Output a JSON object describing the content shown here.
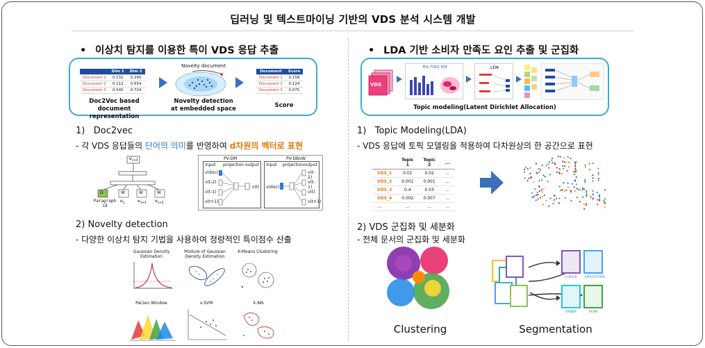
{
  "header": {
    "title": "딥러닝 및 텍스트마이닝 기반의 VDS 분석 시스템 개발"
  },
  "left": {
    "section_title": "이상치 탐지를 이용한 특이 VDS 응답 추출",
    "bullet": "•",
    "panel": {
      "doc_table": {
        "headers": [
          "",
          "Dim 1",
          "Dim 2"
        ],
        "rows": [
          [
            "Document 1",
            "0.231",
            "0.245"
          ],
          [
            "Document 2",
            "0.112",
            "0.654"
          ],
          [
            "Document 3",
            "0.540",
            "0.724"
          ]
        ],
        "caption_line1": "Doc2Vec based",
        "caption_line2": "document representation"
      },
      "embedding": {
        "label": "Novelty document",
        "caption_line1": "Novelty detection",
        "caption_line2": "at embedded space"
      },
      "score_table": {
        "headers": [
          "Document",
          "Score"
        ],
        "rows": [
          [
            "Document 1",
            "0.158"
          ],
          [
            "Document 2",
            "0.124"
          ],
          [
            "Document 3",
            "0.075"
          ]
        ],
        "caption": "Score"
      }
    },
    "sub1": {
      "number": "1)",
      "title": "Doc2vec",
      "desc_prefix": "-   각 VDS 응답들의 ",
      "desc_highlight1": "단어의 의미",
      "desc_mid": "를 반영하여 ",
      "desc_highlight2": "d차원의 벡터로 표현"
    },
    "doc2vec_fig": {
      "top_node": "w",
      "top_sub": "i+3",
      "d_label": "D",
      "w_label": "W",
      "paragraph_label": "Paragraph",
      "id_label": "id",
      "word_labels": [
        "w",
        "w",
        "w"
      ],
      "word_subs": [
        "i",
        "i+1",
        "i+2"
      ],
      "pvdm": {
        "title": "PV-DM",
        "cols": [
          "input",
          "projection",
          "output"
        ],
        "inputs": [
          "v(doc)",
          "v(t-2)",
          "v(t-1)",
          "v(t+1)"
        ],
        "output": "v(t)"
      },
      "pvdbow": {
        "title": "PV-DBoW",
        "cols": [
          "input",
          "projection",
          "output"
        ],
        "input": "v(doc)",
        "outputs": [
          "v(t-2)",
          "v(t-1)",
          "v(t)",
          "v(t+1)"
        ]
      }
    },
    "sub2": {
      "number": "2)",
      "title": "Novelty detection",
      "desc": "-   다양한 이상치 탐지 기법을 사용하여 정량적인 특이점수 산출"
    },
    "methods": [
      {
        "line1": "Gaussian Density",
        "line2": "Estimation"
      },
      {
        "line1": "Mixture of Gaussian",
        "line2": "Density Estimation"
      },
      {
        "line1": "K-Means Clustering",
        "line2": ""
      },
      {
        "line1": "Parzen Window",
        "line2": ""
      },
      {
        "line1": "ν-SVM",
        "line2": ""
      },
      {
        "line1": "k-NN",
        "line2": ""
      }
    ]
  },
  "right": {
    "section_title": "LDA 기반 소비자 만족도 요인 추출 및 군집화",
    "bullet": "•",
    "panel": {
      "vds_label": "VDS",
      "chart_title": "주요 키워드 회색",
      "lda_label": "LDA",
      "caption": "Topic modeling(Latent Dirichlet Allocation)"
    },
    "sub1": {
      "number": "1)",
      "title": "Topic Modeling(LDA)",
      "desc": "-   VDS 응답에 토픽 모델링을 적용하여 다차원상의 한 공간으로 표현"
    },
    "lda_table": {
      "headers": [
        "",
        "Topic\n1",
        "Topic\n2",
        "..."
      ],
      "rows": [
        [
          "VDS_1",
          "0.01",
          "0.02",
          "..."
        ],
        [
          "VDS_2",
          "0.001",
          "0.001",
          "..."
        ],
        [
          "VDS_3",
          "0.4",
          "0.03",
          "..."
        ],
        [
          "VDS_4",
          "0.002",
          "0.007",
          "..."
        ],
        [
          "...",
          "...",
          "...",
          "..."
        ]
      ]
    },
    "sub2": {
      "number": "2)",
      "title": "VDS 군집화 및 세분화",
      "desc": "-   전체 문서의 군집화 및 세분화"
    },
    "clustering_label": "Clustering",
    "segmentation_label": "Segmentation",
    "seg_doc_labels": [
      "CHOICE",
      "APPLICATION",
      "ORDER",
      "PLAN"
    ]
  },
  "colors": {
    "accent_blue": "#2b7bd6",
    "highlight_orange": "#e07a10",
    "panel_border": "#3aa9d8",
    "arrow": "#3d6fb6",
    "table_header": "#1f4e9a"
  }
}
